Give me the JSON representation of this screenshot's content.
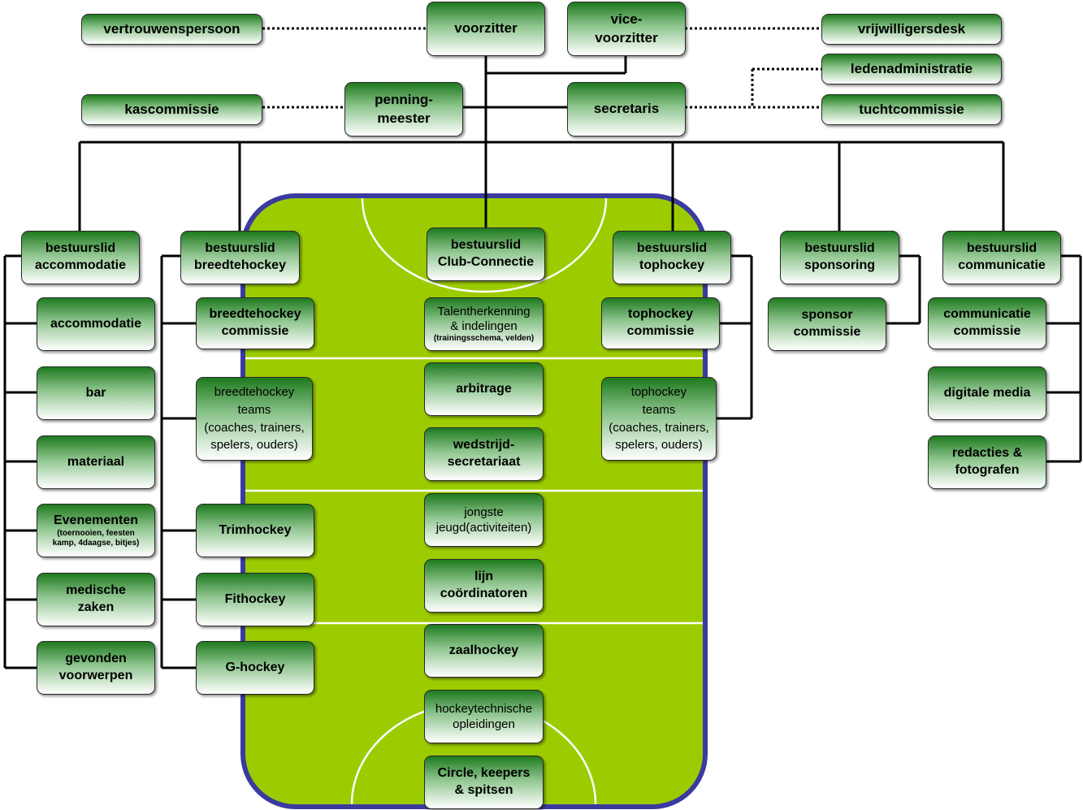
{
  "colors": {
    "field": "#9ccc00",
    "field_border": "#3a3aa0",
    "box_top": "#1e7a1e",
    "box_bottom": "#ffffff",
    "connector": "#000000"
  },
  "board": {
    "voorzitter": "voorzitter",
    "vice_1": "vice-",
    "vice_2": "voorzitter",
    "penning_1": "penning-",
    "penning_2": "meester",
    "secretaris": "secretaris",
    "vertrouwenspersoon": "vertrouwenspersoon",
    "kascommissie": "kascommissie",
    "vrijwilligersdesk": "vrijwilligersdesk",
    "ledenadministratie": "ledenadministratie",
    "tuchtcommissie": "tuchtcommissie"
  },
  "members": {
    "accommodatie": [
      "bestuurslid",
      "accommodatie"
    ],
    "breedtehockey": [
      "bestuurslid",
      "breedtehockey"
    ],
    "club_connectie": [
      "bestuurslid",
      "Club-Connectie"
    ],
    "tophockey": [
      "bestuurslid",
      "tophockey"
    ],
    "sponsoring": [
      "bestuurslid",
      "sponsoring"
    ],
    "communicatie": [
      "bestuurslid",
      "communicatie"
    ]
  },
  "accommodatie_items": {
    "accommodatie": "accommodatie",
    "bar": "bar",
    "materiaal": "materiaal",
    "evenementen": "Evenementen",
    "evenementen_sub_1": "(toernooien, feesten",
    "evenementen_sub_2": "kamp, 4daagse, bitjes)",
    "medische_1": "medische",
    "medische_2": "zaken",
    "gevonden_1": "gevonden",
    "gevonden_2": "voorwerpen"
  },
  "breedte_items": {
    "commissie_1": "breedtehockey",
    "commissie_2": "commissie",
    "teams_1": "breedtehockey",
    "teams_2": "teams",
    "teams_3": "(coaches, trainers,",
    "teams_4": "spelers, ouders)",
    "trimhockey": "Trimhockey",
    "fithockey": "Fithockey",
    "ghockey": "G-hockey"
  },
  "club_items": {
    "talent_1": "Talentherkenning",
    "talent_2": "& indelingen",
    "talent_3": "(trainingsschema, velden)",
    "arbitrage": "arbitrage",
    "wedstrijd_1": "wedstrijd-",
    "wedstrijd_2": "secretariaat",
    "jongste_1": "jongste",
    "jongste_2": "jeugd(activiteiten)",
    "lijn_1": "lijn",
    "lijn_2": "coördinatoren",
    "zaalhockey": "zaalhockey",
    "opleidingen_1": "hockeytechnische",
    "opleidingen_2": "opleidingen",
    "circle_1": "Circle, keepers",
    "circle_2": "& spitsen"
  },
  "top_items": {
    "commissie_1": "tophockey",
    "commissie_2": "commissie",
    "teams_1": "tophockey",
    "teams_2": "teams",
    "teams_3": "(coaches, trainers,",
    "teams_4": "spelers, ouders)"
  },
  "sponsor_items": {
    "commissie_1": "sponsor",
    "commissie_2": "commissie"
  },
  "comm_items": {
    "commissie_1": "communicatie",
    "commissie_2": "commissie",
    "digitale_media": "digitale media",
    "redacties_1": "redacties &",
    "redacties_2": "fotografen"
  }
}
